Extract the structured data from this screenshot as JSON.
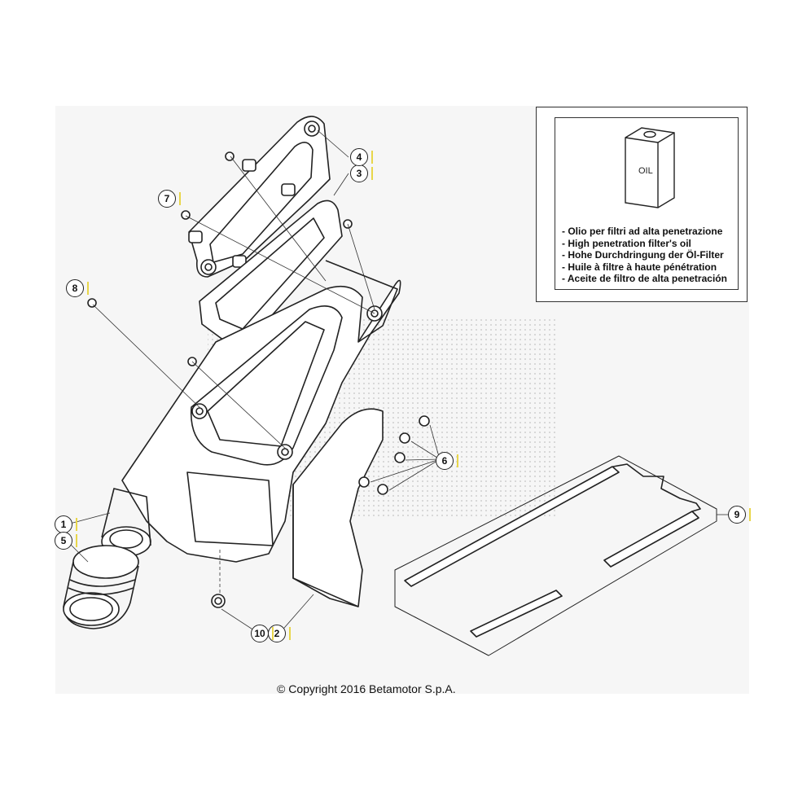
{
  "callouts": [
    {
      "id": "1",
      "label": "1"
    },
    {
      "id": "2",
      "label": "2"
    },
    {
      "id": "3",
      "label": "3"
    },
    {
      "id": "4",
      "label": "4"
    },
    {
      "id": "5",
      "label": "5"
    },
    {
      "id": "6",
      "label": "6"
    },
    {
      "id": "7",
      "label": "7"
    },
    {
      "id": "8",
      "label": "8"
    },
    {
      "id": "9",
      "label": "9"
    },
    {
      "id": "10",
      "label": "10"
    }
  ],
  "oil_box": {
    "can_label": "OIL",
    "lines": [
      "- Olio per filtri ad alta penetrazione",
      "- High penetration filter's oil",
      "- Hohe Durchdringung der Öl-Filter",
      "- Huile à filtre à haute pénétration",
      "- Aceite de filtro de alta penetración"
    ]
  },
  "copyright": "© Copyright 2016 Betamotor S.p.A.",
  "colors": {
    "line": "#222222",
    "callout_accent": "#e8d64a",
    "watermark": "#cccccc"
  }
}
